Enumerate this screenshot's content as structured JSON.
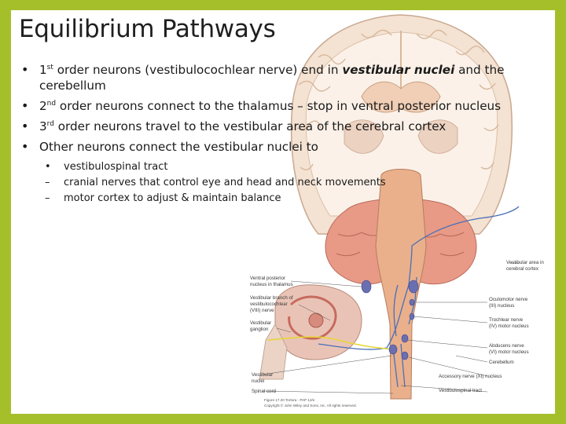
{
  "title": "Equilibrium Pathways",
  "bullets": [
    {
      "num": "1",
      "sup": "st",
      "pre": " order neurons (vestibulocochlear nerve) end in ",
      "em": "vestibular nuclei",
      "post": " and the cerebellum"
    },
    {
      "num": "2",
      "sup": "nd",
      "text": " order neurons connect to the thalamus – stop in ventral posterior nucleus"
    },
    {
      "num": "3",
      "sup": "rd",
      "text": " order neurons travel to the vestibular area of the cerebral cortex"
    },
    {
      "text": "Other neurons connect the vestibular nuclei to"
    }
  ],
  "bullet_marker": "•",
  "sub_bullets": [
    {
      "marker": "•",
      "text": "vestibulospinal tract"
    },
    {
      "marker": "–",
      "text": "cranial nerves that control eye and head and neck movements"
    },
    {
      "marker": "–",
      "text": "motor cortex to adjust & maintain balance"
    }
  ],
  "figure": {
    "labels_left": [
      {
        "line1": "Ventral posterior",
        "line2": "nucleus in thalamus"
      },
      {
        "line1": "Vestibular branch of",
        "line2": "vestibulocochlear",
        "line3": "(VIII) nerve"
      },
      {
        "line1": "Vestibular",
        "line2": "ganglion"
      }
    ],
    "labels_right": [
      {
        "line1": "Vestibular area in",
        "line2": "cerebral cortex"
      },
      {
        "line1": "Oculomotor nerve",
        "line2": "(III) nucleus"
      },
      {
        "line1": "Trochlear nerve",
        "line2": "(IV) motor nucleus"
      },
      {
        "line1": "Abducens nerve",
        "line2": "(VI) motor nucleus"
      },
      {
        "line1": "Cerebellum"
      },
      {
        "line1": "Accessory nerve (XI) nucleus"
      },
      {
        "line1": "Vestibulospinal tract"
      }
    ],
    "labels_bottom": [
      {
        "line1": "Vestibular",
        "line2": "nuclei"
      },
      {
        "line1": "Spinal cord"
      }
    ],
    "credit_line1": "Figure 17.20 Tortora - PAP 12/e",
    "credit_line2": "Copyright © John Wiley and Sons, Inc. All rights reserved."
  },
  "colors": {
    "frame": "#a4bf2a",
    "cortex": "#f3dcc9",
    "brainstem": "#e8a57e",
    "pathway": "#4a6fb8",
    "nucleus": "#6a6fb0"
  }
}
